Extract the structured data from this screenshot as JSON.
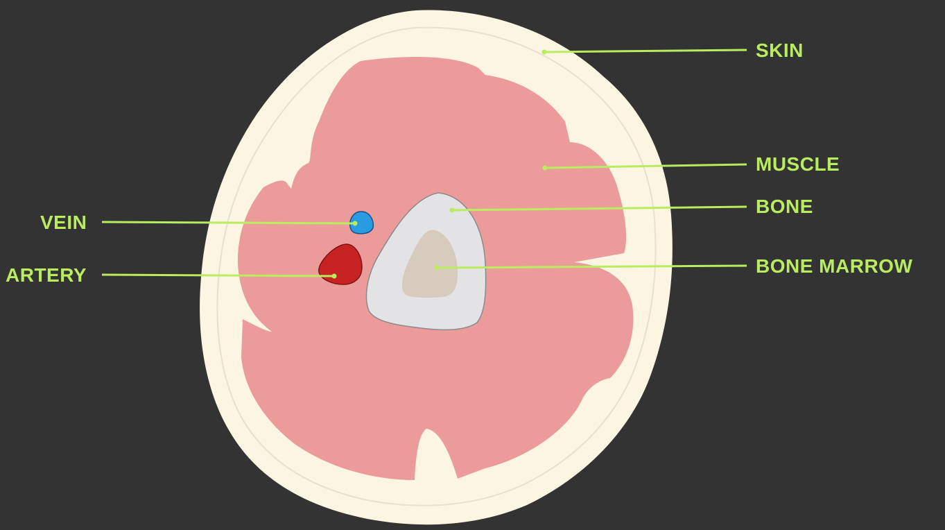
{
  "colors": {
    "background": "#333333",
    "skin": "#fbf5e2",
    "skin_inner_line": "#e6e0cc",
    "muscle": "#ec9b9b",
    "bone": "#e3e3e5",
    "bone_outline": "#8a8a8a",
    "bone_marrow": "#d6cbbd",
    "vein": "#2a9be0",
    "artery": "#c82323",
    "label": "#b9ec5e"
  },
  "labels": {
    "skin": "SKIN",
    "muscle": "MUSCLE",
    "bone": "BONE",
    "bone_marrow": "BONE MARROW",
    "vein": "VEIN",
    "artery": "ARTERY"
  }
}
